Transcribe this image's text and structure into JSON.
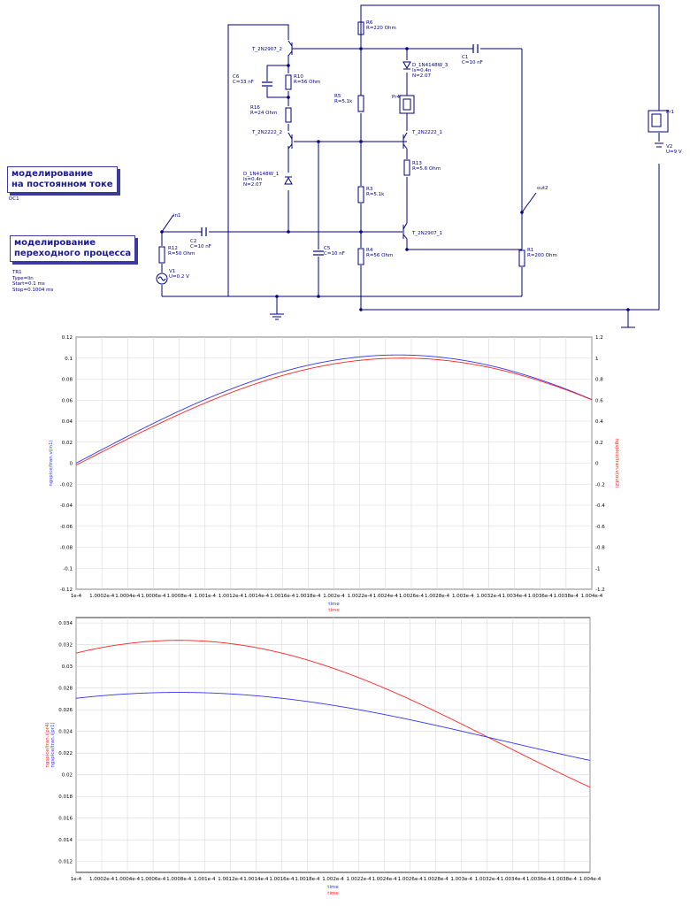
{
  "sim_boxes": {
    "dc": {
      "title_line1": "моделирование",
      "title_line2": "на постоянном токе",
      "label": "DC1"
    },
    "tran": {
      "title_line1": "моделирование",
      "title_line2": "переходного процесса",
      "label": "TR1",
      "type": "Type=lin",
      "start": "Start=0.1 ms",
      "stop": "Stop=0.1004 ms"
    }
  },
  "components": {
    "R6": [
      "R6",
      "R=220 Ohm"
    ],
    "T_2N2907_2": [
      "T_2N2907_2"
    ],
    "C1": [
      "C1",
      "C=10 nF"
    ],
    "D3": [
      "D_1N4148W_3",
      "Is=0.4n",
      "N=2.07"
    ],
    "C6": [
      "C6",
      "C=33 nF"
    ],
    "R10": [
      "R10",
      "R=56 Ohm"
    ],
    "R5": [
      "R5",
      "R=5.1k"
    ],
    "PR4": [
      "Pr4"
    ],
    "PR1": [
      "Pr1"
    ],
    "R16": [
      "R16",
      "R=24 Ohm"
    ],
    "T_2N2222_2": [
      "T_2N2222_2"
    ],
    "T_2N2222_1": [
      "T_2N2222_1"
    ],
    "V2": [
      "V2",
      "U=9 V"
    ],
    "R13": [
      "R13",
      "R=5.6 Ohm"
    ],
    "D1": [
      "D_1N4148W_1",
      "Is=0.4n",
      "N=2.07"
    ],
    "R3": [
      "R3",
      "R=5.1k"
    ],
    "OUT2": [
      "out2"
    ],
    "IN1": [
      "in1"
    ],
    "C2": [
      "C2",
      "C=10 nF"
    ],
    "T_2N2907_1": [
      "T_2N2907_1"
    ],
    "R12": [
      "R12",
      "R=50 Ohm"
    ],
    "C5": [
      "C5",
      "C=10 nF"
    ],
    "R4": [
      "R4",
      "R=56 Ohm"
    ],
    "R1": [
      "R1",
      "R=200 Ohm"
    ],
    "V1": [
      "V1",
      "U=0.2 V"
    ]
  },
  "chart_data": [
    {
      "type": "line",
      "xlabel": "time",
      "xlabel2": "time",
      "ylabel": "ngspice/tran.v(in1)",
      "ylabel_right": "ngspice/tran.v(out2)",
      "xlim": [
        0.0001,
        0.0001004
      ],
      "ylim": [
        -0.12,
        0.12
      ],
      "ylim_right": [
        -1.2,
        1.2
      ],
      "x_ticks": [
        "1e-4",
        "1.0002e-4",
        "1.0004e-4",
        "1.0006e-4",
        "1.0008e-4",
        "1.001e-4",
        "1.0012e-4",
        "1.0014e-4",
        "1.0016e-4",
        "1.0018e-4",
        "1.002e-4",
        "1.0022e-4",
        "1.0024e-4",
        "1.0026e-4",
        "1.0028e-4",
        "1.003e-4",
        "1.0032e-4",
        "1.0034e-4",
        "1.0036e-4",
        "1.0038e-4",
        "1.004e-4"
      ],
      "y_ticks": [
        "0.12",
        "0.1",
        "0.08",
        "0.06",
        "0.04",
        "0.02",
        "0",
        "-0.02",
        "-0.04",
        "-0.06",
        "-0.08",
        "-0.1",
        "-0.12"
      ],
      "y_ticks_right": [
        "1.2",
        "1",
        "0.8",
        "0.6",
        "0.4",
        "0.2",
        "0",
        "-0.2",
        "-0.4",
        "-0.6",
        "-0.8",
        "-1",
        "-1.2"
      ],
      "grid": true,
      "series": [
        {
          "axis": "left",
          "color": "#3333ff",
          "amplitude": 0.103,
          "offset": 0,
          "period": 1e-06,
          "phase_zero_time": 0.0001
        },
        {
          "axis": "right",
          "color": "#ff2222",
          "amplitude": 1.0,
          "offset": 0,
          "period": 1e-06,
          "phase_zero_time": 0.000100003
        }
      ]
    },
    {
      "type": "line",
      "xlabel": "time",
      "xlabel2": "time",
      "ylabel": "ngspice/tran.i(pr4)",
      "ylabel2": "ngspice/tran.i(pr1)",
      "xlim": [
        0.0001,
        0.0001004
      ],
      "ylim": [
        0.011,
        0.0345
      ],
      "x_ticks": [
        "1e-4",
        "1.0002e-4",
        "1.0004e-4",
        "1.0006e-4",
        "1.0008e-4",
        "1.001e-4",
        "1.0012e-4",
        "1.0014e-4",
        "1.0016e-4",
        "1.0018e-4",
        "1.002e-4",
        "1.0022e-4",
        "1.0024e-4",
        "1.0026e-4",
        "1.0028e-4",
        "1.003e-4",
        "1.0032e-4",
        "1.0034e-4",
        "1.0036e-4",
        "1.0038e-4",
        "1.004e-4"
      ],
      "y_ticks": [
        "0.034",
        "0.032",
        "0.03",
        "0.028",
        "0.026",
        "0.024",
        "0.022",
        "0.02",
        "0.018",
        "0.016",
        "0.014",
        "0.012"
      ],
      "y_tick_values": [
        0.034,
        0.032,
        0.03,
        0.028,
        0.026,
        0.024,
        0.022,
        0.02,
        0.018,
        0.016,
        0.014,
        0.012
      ],
      "grid": true,
      "series": [
        {
          "color": "#ff2222",
          "amplitude": 0.0095,
          "offset": 0.0229,
          "period": 1e-06,
          "peak_time": 0.00010008
        },
        {
          "color": "#3333ff",
          "amplitude": 0.0044,
          "offset": 0.0232,
          "period": 1e-06,
          "peak_time": 0.00010008
        }
      ]
    }
  ]
}
